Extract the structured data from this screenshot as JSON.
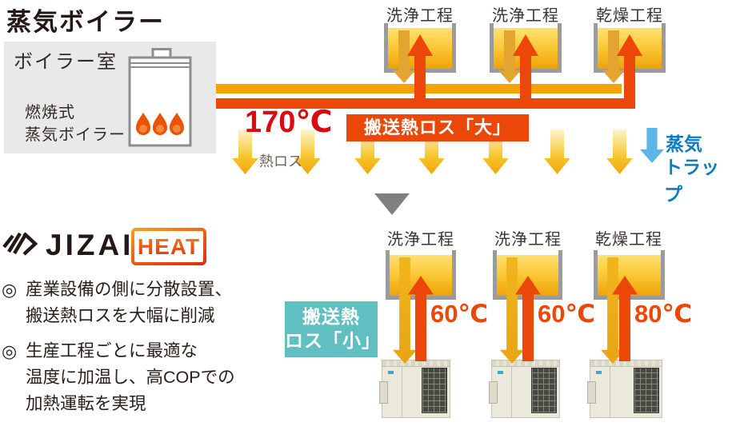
{
  "top": {
    "title": "蒸気ボイラー",
    "boiler_room": {
      "label": "ボイラー室",
      "type_line1": "燃焼式",
      "type_line2": "蒸気ボイラー"
    },
    "tanks": [
      {
        "label": "洗浄工程"
      },
      {
        "label": "洗浄工程"
      },
      {
        "label": "乾燥工程"
      }
    ],
    "supply_temp": "170℃",
    "heat_loss_label": "熱ロス",
    "transport_loss_label": "搬送熱ロス「大」",
    "steam_trap": {
      "line1": "蒸気",
      "line2": "トラップ"
    }
  },
  "bottom": {
    "brand": "JIZAI",
    "badge": "HEAT",
    "bullet_mark": "◎",
    "points": [
      {
        "lines": [
          "産業設備の側に分散設置、",
          "搬送熱ロスを大幅に削減"
        ]
      },
      {
        "lines": [
          "生産工程ごとに最適な",
          "温度に加温し、高COPでの",
          "加熱運転を実現"
        ]
      }
    ],
    "transport_loss_label": {
      "line1": "搬送熱",
      "line2": "ロス「小」"
    },
    "tanks": [
      {
        "label": "洗浄工程",
        "temp": "60℃"
      },
      {
        "label": "洗浄工程",
        "temp": "60℃"
      },
      {
        "label": "乾燥工程",
        "temp": "80℃"
      }
    ]
  },
  "colors": {
    "supply_pipe": "#ea4709",
    "return_pipe": "#f2a305",
    "temp_text_top": "#dc0a0f",
    "temp_text_bottom": "#ea4709",
    "transport_big_bg": "#ea4709",
    "transport_small_bg": "#60bfc1",
    "steam_trap_arrow": "#5cb5e6",
    "steam_trap_text": "#0b7cc3",
    "tank_gradient_top": "#ffe173",
    "tank_gradient_bottom": "#efa207",
    "text_dark": "#231815"
  }
}
